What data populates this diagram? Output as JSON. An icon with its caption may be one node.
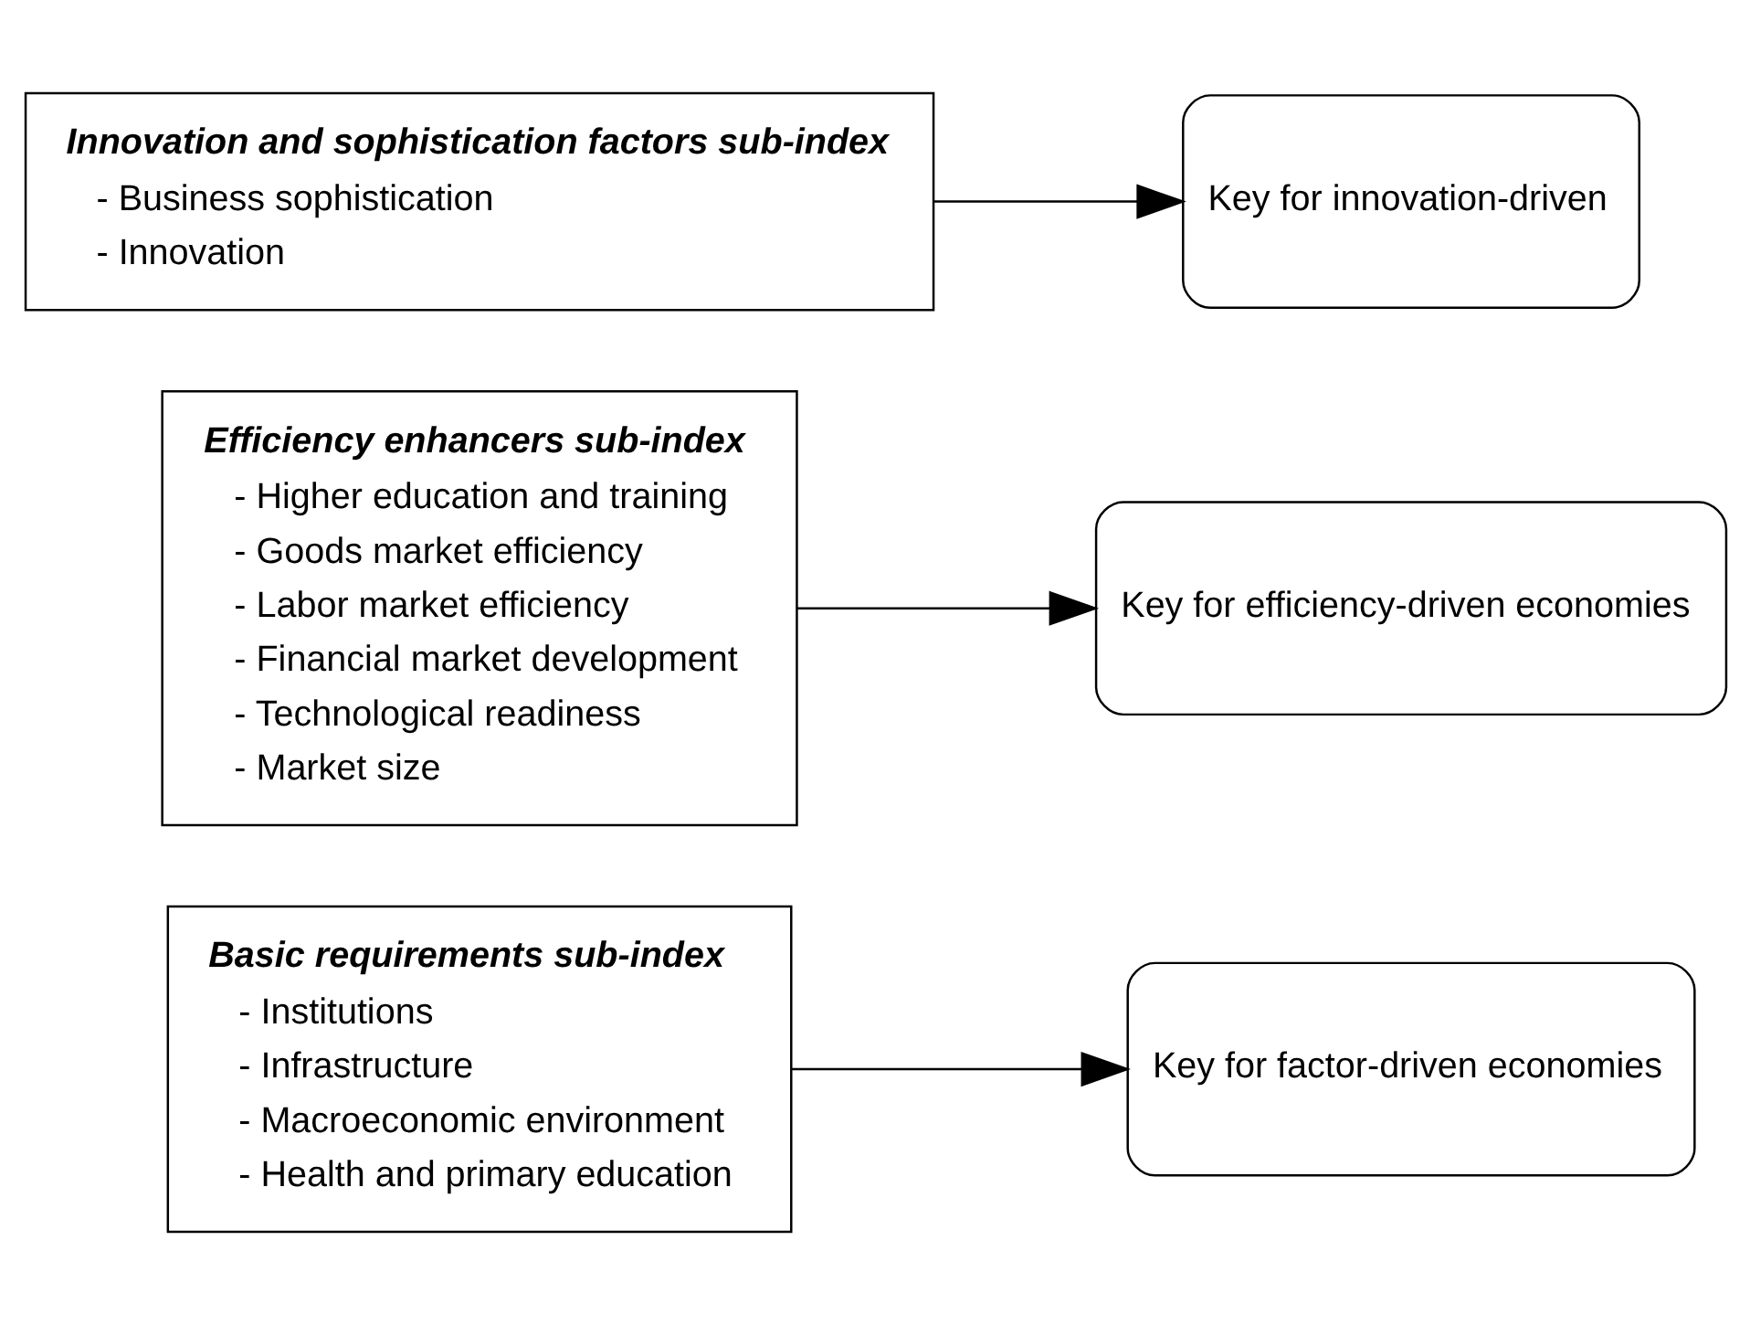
{
  "diagram": {
    "nodes": [
      {
        "text": [
          "Basic requirements sub-index",
          "- Institutions",
          "- Infrastructure",
          "- Macroeconomic environment",
          "- Health and primary education"
        ]
      },
      {
        "text": [
          "Key for factor-driven economies"
        ]
      },
      {
        "text": [
          "Efficiency enhancers sub-index",
          "- Higher education and training",
          "- Goods market efficiency",
          "- Labor market efficiency",
          "- Financial market development",
          "- Technological readiness",
          "- Market size"
        ]
      },
      {
        "text": [
          "Key for efficiency-driven economies"
        ]
      },
      {
        "text": [
          "Innovation and sophistication factors sub-index",
          "- Business sophistication",
          "- Innovation"
        ]
      },
      {
        "text": [
          "Key for innovation-driven"
        ]
      }
    ],
    "edges": [
      {
        "from": 0,
        "to": 1,
        "arrow": "to"
      },
      {
        "from": 2,
        "to": 3,
        "arrow": "to"
      },
      {
        "from": 4,
        "to": 5,
        "arrow": "to"
      }
    ]
  }
}
